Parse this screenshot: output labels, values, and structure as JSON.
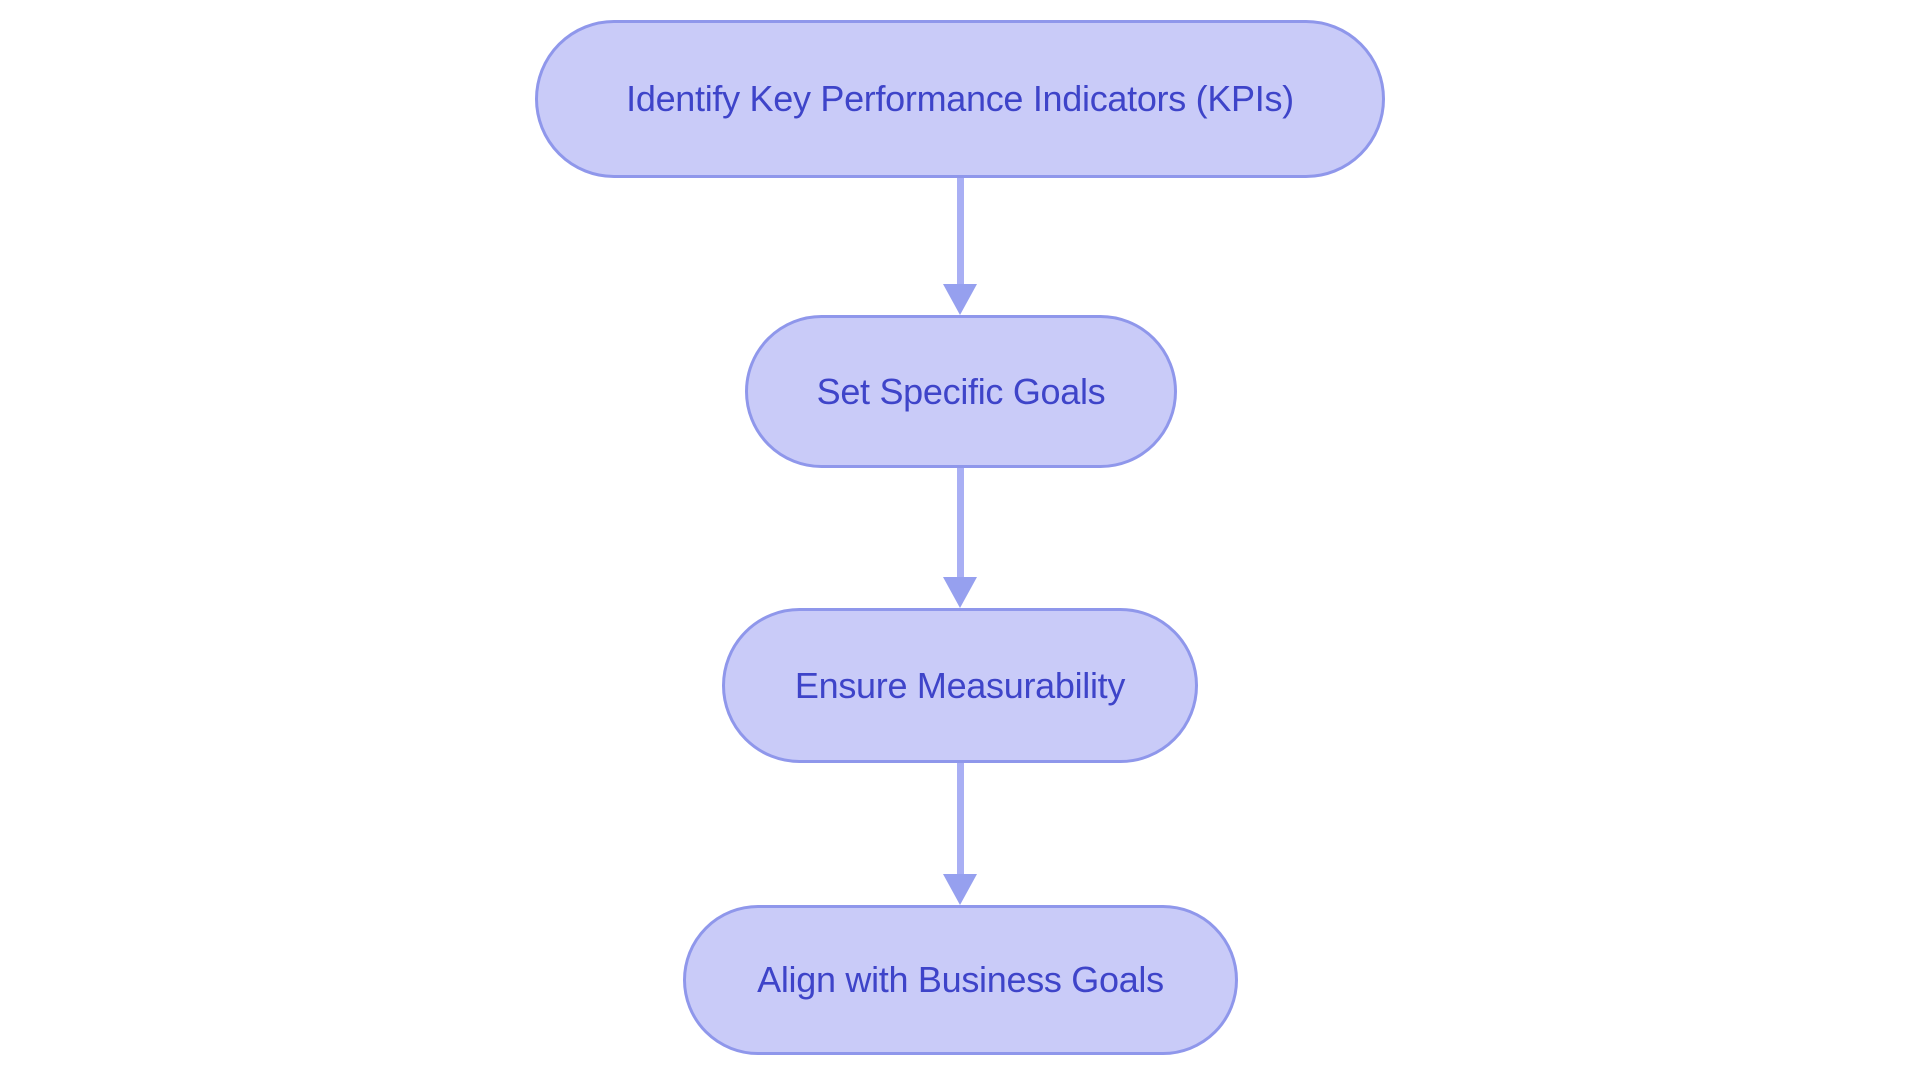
{
  "diagram": {
    "type": "flowchart",
    "direction": "top-down",
    "nodes": [
      {
        "id": "identify-kpis",
        "label": "Identify Key Performance Indicators (KPIs)"
      },
      {
        "id": "set-goals",
        "label": "Set Specific Goals"
      },
      {
        "id": "ensure-measurability",
        "label": "Ensure Measurability"
      },
      {
        "id": "align-business-goals",
        "label": "Align with Business Goals"
      }
    ],
    "edges": [
      {
        "from": "identify-kpis",
        "to": "set-goals"
      },
      {
        "from": "set-goals",
        "to": "ensure-measurability"
      },
      {
        "from": "ensure-measurability",
        "to": "align-business-goals"
      }
    ],
    "colors": {
      "node_fill": "#c9cbf8",
      "node_border": "#8f97eb",
      "node_text": "#3e44c9",
      "arrow_shaft": "#a9aff4",
      "arrow_head": "#96a0ef",
      "background": "#ffffff"
    }
  }
}
